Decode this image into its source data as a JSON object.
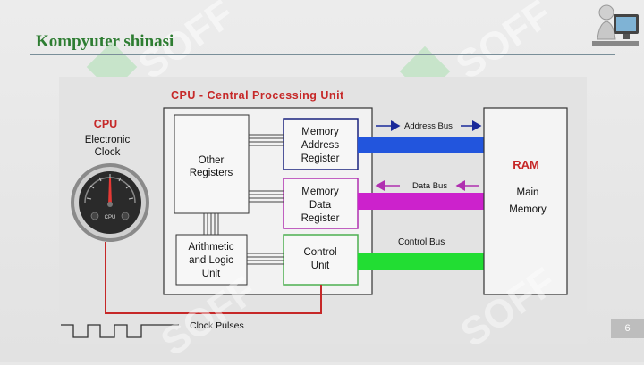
{
  "slide": {
    "title": "Kompyuter shinasi",
    "page_number": "6"
  },
  "watermark": {
    "text": "SOFF"
  },
  "diagram": {
    "cpu_title": "CPU - Central Processing Unit",
    "clock": {
      "label_cpu": "CPU",
      "label_line1": "Electronic",
      "label_line2": "Clock",
      "dial_text": "CPU"
    },
    "other_registers": {
      "line1": "Other",
      "line2": "Registers"
    },
    "alu": {
      "line1": "Arithmetic",
      "line2": "and Logic",
      "line3": "Unit"
    },
    "mar": {
      "line1": "Memory",
      "line2": "Address",
      "line3": "Register"
    },
    "mdr": {
      "line1": "Memory",
      "line2": "Data",
      "line3": "Register"
    },
    "cu": {
      "line1": "Control",
      "line2": "Unit"
    },
    "ram": {
      "label": "RAM",
      "line1": "Main",
      "line2": "Memory"
    },
    "buses": {
      "address": "Address Bus",
      "data": "Data Bus",
      "control": "Control Bus"
    },
    "clock_pulses": "Clock Pulses",
    "colors": {
      "cpu_title": "#c62828",
      "address_bus": "#2255dd",
      "data_bus": "#cc22cc",
      "control_bus": "#22dd33",
      "clock_wire": "#c62828",
      "mar_border": "#1a237e",
      "mdr_border": "#b030b0",
      "cu_border": "#4caf50"
    }
  }
}
